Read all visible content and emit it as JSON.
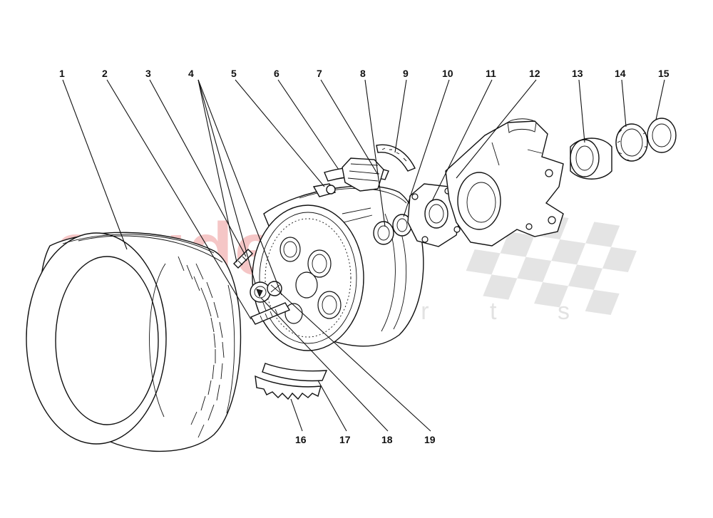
{
  "watermark": {
    "brand": "scuderia",
    "sub": "c a r p a r t s",
    "checker_color": "#e4e4e4",
    "brand_color": "#f5c6c6"
  },
  "callouts": [
    {
      "id": "1",
      "label": "1"
    },
    {
      "id": "2",
      "label": "2"
    },
    {
      "id": "3",
      "label": "3"
    },
    {
      "id": "4",
      "label": "4"
    },
    {
      "id": "5",
      "label": "5"
    },
    {
      "id": "6",
      "label": "6"
    },
    {
      "id": "7",
      "label": "7"
    },
    {
      "id": "8",
      "label": "8"
    },
    {
      "id": "9",
      "label": "9"
    },
    {
      "id": "10",
      "label": "10"
    },
    {
      "id": "11",
      "label": "11"
    },
    {
      "id": "12",
      "label": "12"
    },
    {
      "id": "13",
      "label": "13"
    },
    {
      "id": "14",
      "label": "14"
    },
    {
      "id": "15",
      "label": "15"
    },
    {
      "id": "16",
      "label": "16"
    },
    {
      "id": "17",
      "label": "17"
    },
    {
      "id": "18",
      "label": "18"
    },
    {
      "id": "19",
      "label": "19"
    }
  ]
}
